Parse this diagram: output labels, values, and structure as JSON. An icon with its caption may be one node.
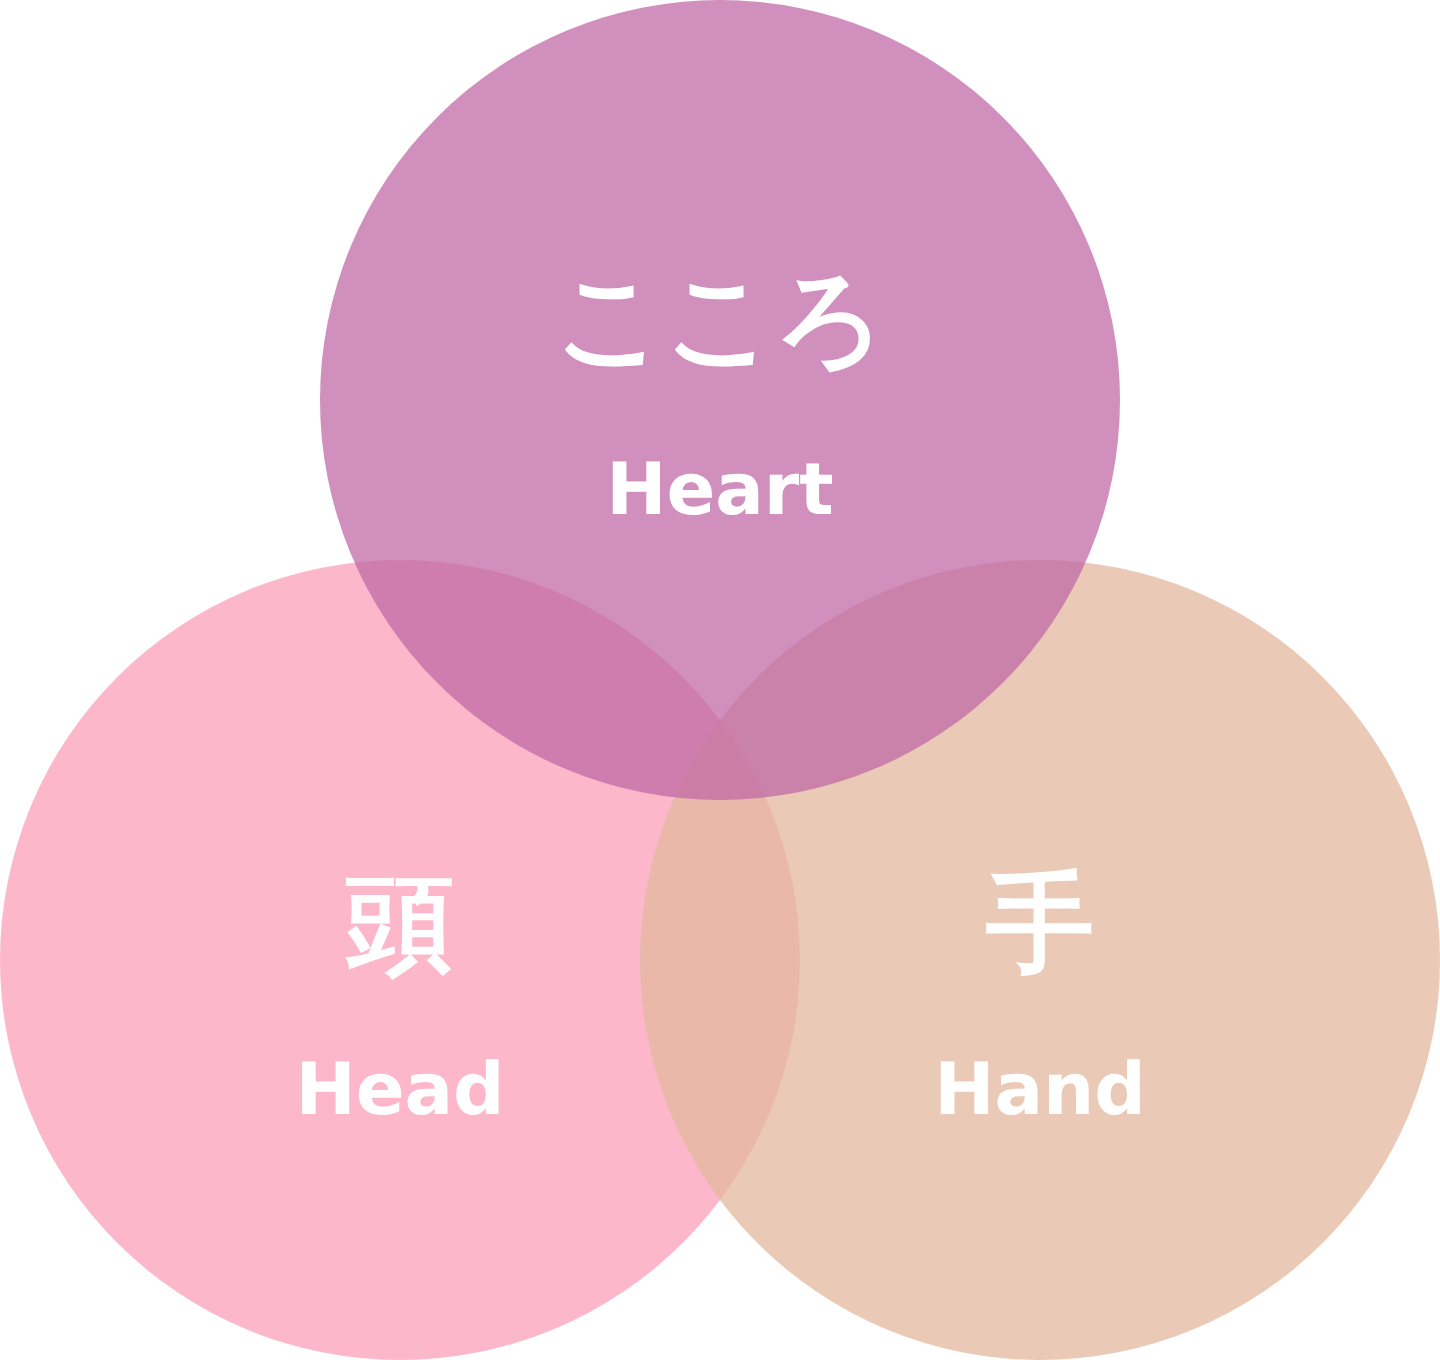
{
  "diagram": {
    "nodes": [
      {
        "text": [
          "こころ",
          "Heart"
        ]
      },
      {
        "text": [
          "頭",
          "Head"
        ]
      },
      {
        "text": [
          "手",
          "Hand"
        ]
      }
    ]
  }
}
